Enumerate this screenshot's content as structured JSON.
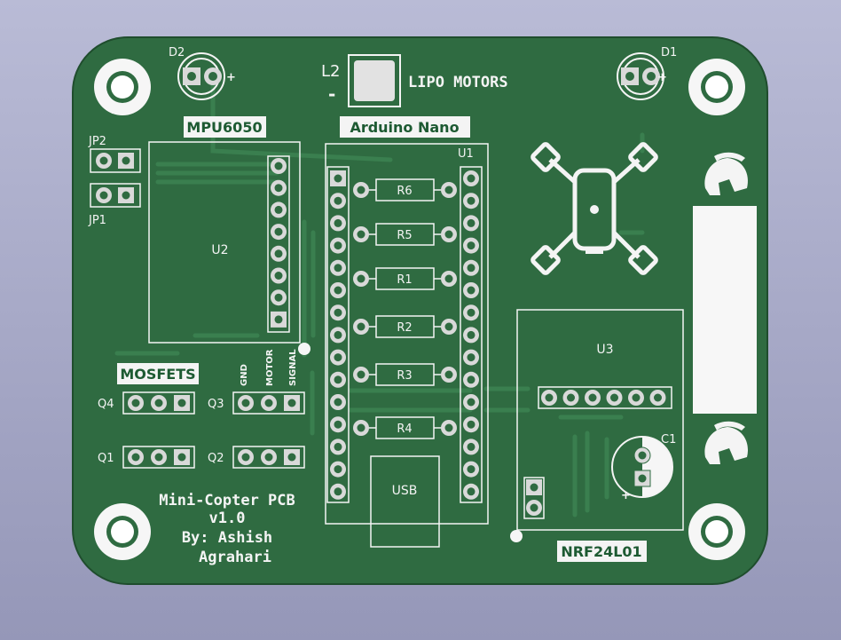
{
  "board": {
    "colors": {
      "background": "#a4a6c6",
      "pcb": "#2f6b41",
      "silkscreen": "#f4f4f4",
      "pad": "#d9d9d9"
    },
    "title_lines": [
      "Mini-Copter PCB",
      "v1.0",
      "By: Ashish",
      "Agrahari"
    ],
    "section_labels": {
      "mpu": "MPU6050",
      "arduino": "Arduino Nano",
      "mosfets": "MOSFETS",
      "nrf": "NRF24L01",
      "lipo": "LIPO MOTORS",
      "usb": "USB"
    },
    "refdes": {
      "D1": "D1",
      "D2": "D2",
      "L2": "L2",
      "L2_minus": "-",
      "D1_plus": "+",
      "D2_plus": "+",
      "JP1": "JP1",
      "JP2": "JP2",
      "U1": "U1",
      "U2": "U2",
      "U3": "U3",
      "C1": "C1",
      "C1_plus": "+",
      "Q1": "Q1",
      "Q2": "Q2",
      "Q3": "Q3",
      "Q4": "Q4"
    },
    "resistors": [
      "R6",
      "R5",
      "R1",
      "R2",
      "R3",
      "R4"
    ],
    "q3_pin_labels": [
      "GND",
      "MOTOR",
      "SIGNAL"
    ]
  }
}
